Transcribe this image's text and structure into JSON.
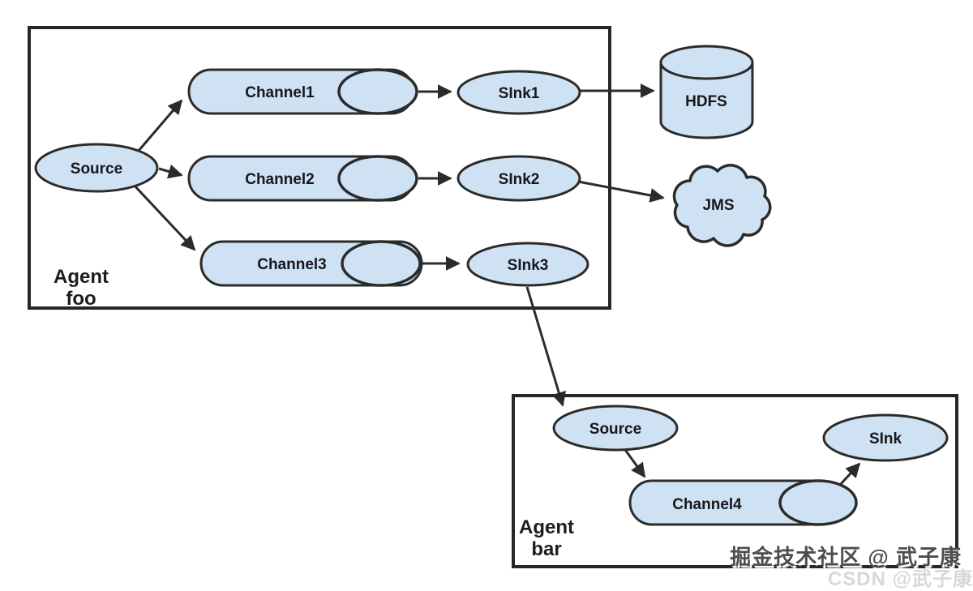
{
  "agent_foo": {
    "name_line1": "Agent",
    "name_line2": "foo",
    "source_label": "Source",
    "channel1_label": "Channel1",
    "channel2_label": "Channel2",
    "channel3_label": "Channel3",
    "sink1_label": "SInk1",
    "sink2_label": "SInk2",
    "sink3_label": "SInk3"
  },
  "external": {
    "hdfs_label": "HDFS",
    "jms_label": "JMS"
  },
  "agent_bar": {
    "name_line1": "Agent",
    "name_line2": "bar",
    "source_label": "Source",
    "channel4_label": "Channel4",
    "sink_label": "SInk"
  },
  "watermark": {
    "primary": "掘金技术社区 @ 武子康",
    "secondary": "CSDN @武子康"
  },
  "colors": {
    "node_fill": "#cfe2f3",
    "node_stroke": "#2b2b2b",
    "box_stroke": "#272727",
    "background": "#ffffff",
    "watermark_primary": "#4d4d4d",
    "watermark_secondary": "#d8d8d8"
  }
}
